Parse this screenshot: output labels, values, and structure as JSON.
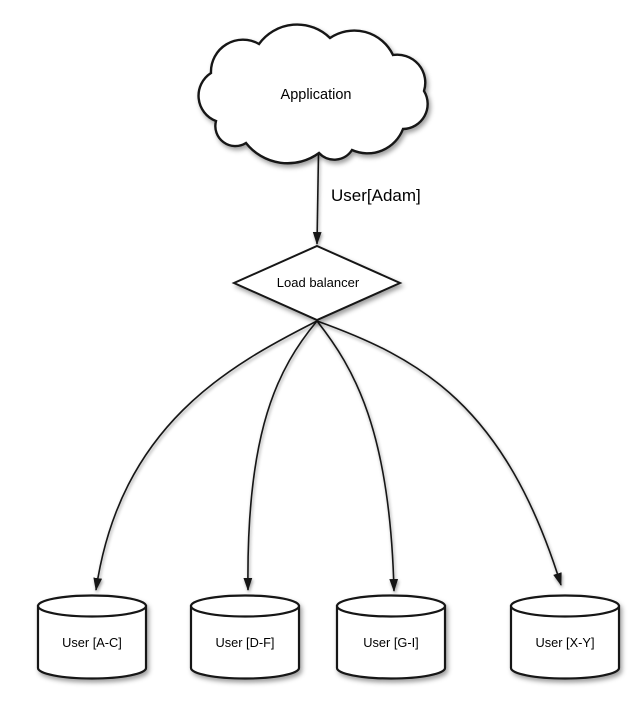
{
  "diagram": {
    "description": "Database sharding by user name ranges behind a load balancer",
    "colors": {
      "background": "#ffffff",
      "line": "#161616",
      "text": "#000000",
      "shadow": "rgba(0,0,0,0.38)"
    },
    "nodes": {
      "application": {
        "label": "Application",
        "shape": "cloud"
      },
      "load_balancer": {
        "label": "Load balancer",
        "shape": "diamond"
      },
      "shards": [
        {
          "label": "User [A-C]",
          "shape": "cylinder"
        },
        {
          "label": "User [D-F]",
          "shape": "cylinder"
        },
        {
          "label": "User [G-I]",
          "shape": "cylinder"
        },
        {
          "label": "User [X-Y]",
          "shape": "cylinder"
        }
      ]
    },
    "edges": [
      {
        "from": "application",
        "to": "load_balancer",
        "label": "User[Adam]",
        "style": "straight-arrow"
      },
      {
        "from": "load_balancer",
        "to": "shard-0",
        "label": "",
        "style": "curved-arrow"
      },
      {
        "from": "load_balancer",
        "to": "shard-1",
        "label": "",
        "style": "curved-arrow"
      },
      {
        "from": "load_balancer",
        "to": "shard-2",
        "label": "",
        "style": "curved-arrow"
      },
      {
        "from": "load_balancer",
        "to": "shard-3",
        "label": "",
        "style": "curved-arrow"
      }
    ]
  }
}
